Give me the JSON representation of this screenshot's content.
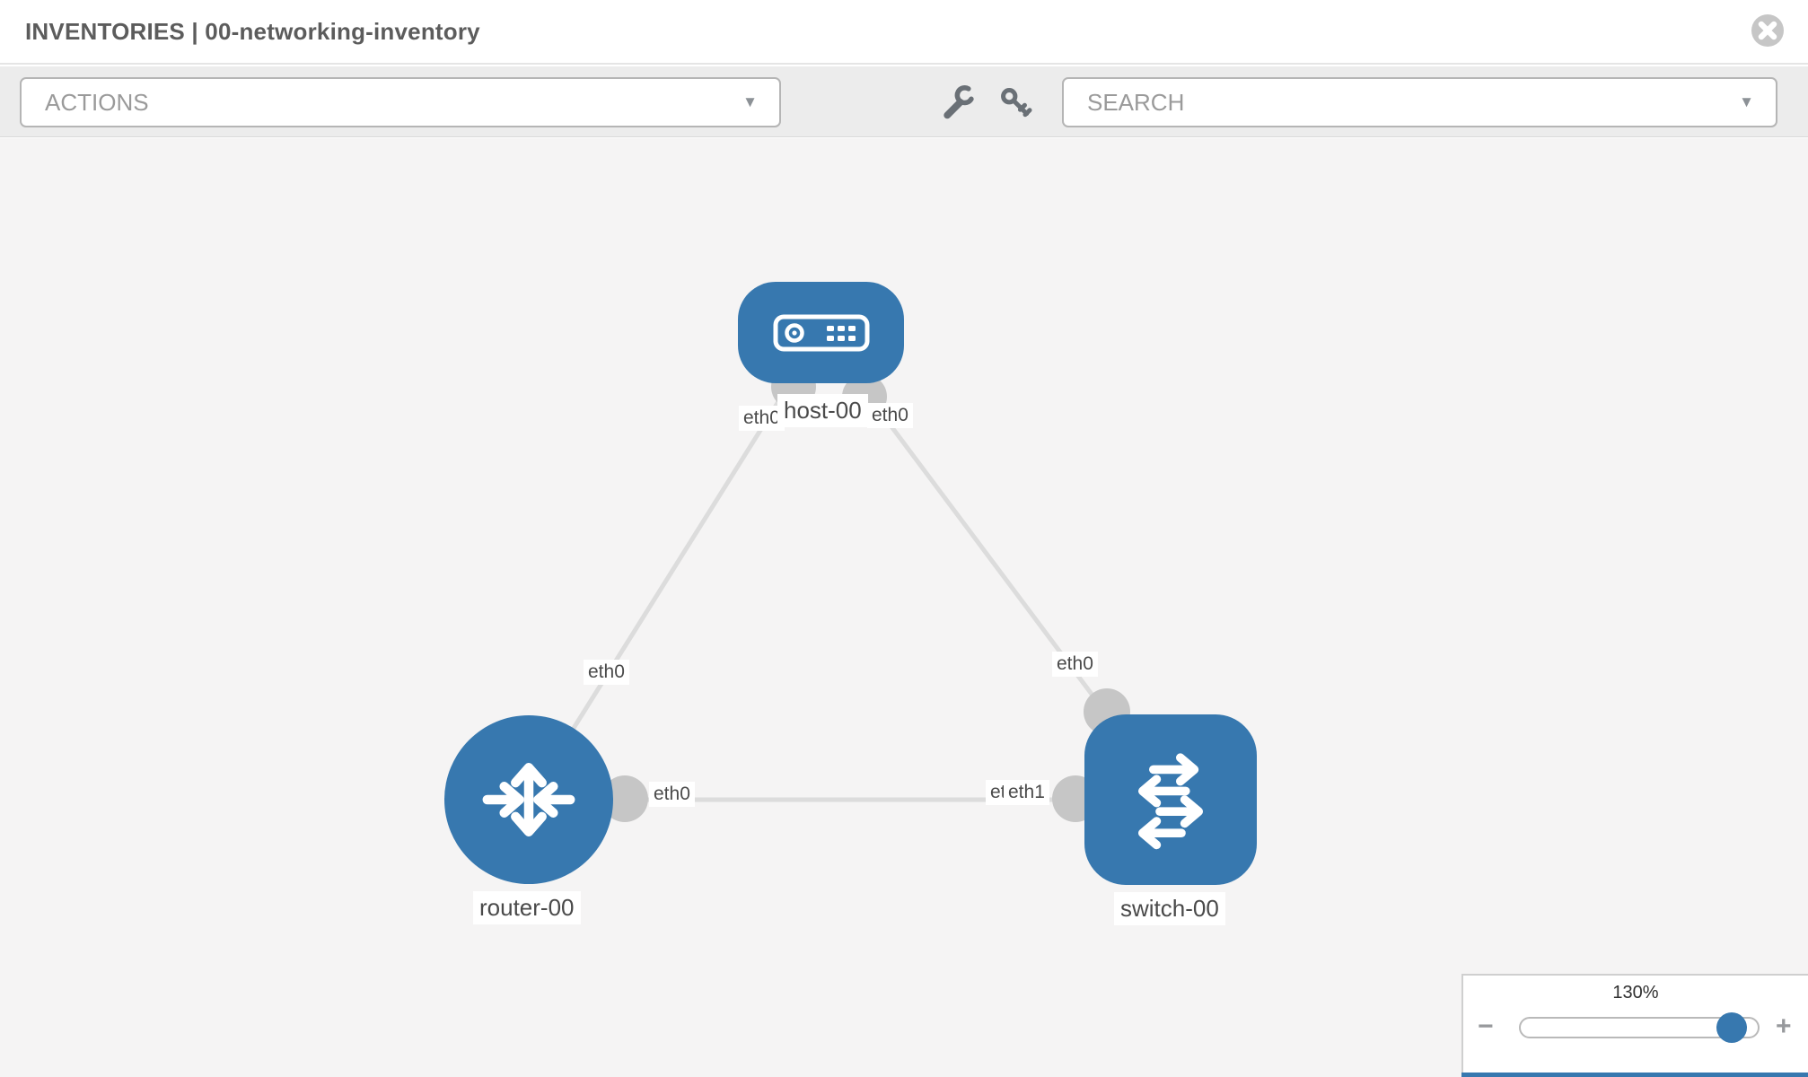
{
  "header": {
    "title": "INVENTORIES | 00-networking-inventory"
  },
  "toolbar": {
    "actions_label": "ACTIONS",
    "search_label": "SEARCH",
    "caret": "▼"
  },
  "topology": {
    "nodes": [
      {
        "label": "host-00",
        "type": "host"
      },
      {
        "label": "router-00",
        "type": "router"
      },
      {
        "label": "switch-00",
        "type": "switch"
      }
    ],
    "links": [
      {
        "from": "host-00",
        "from_iface": "eth0",
        "to": "router-00",
        "to_iface": "eth0"
      },
      {
        "from": "host-00",
        "from_iface": "eth0",
        "to": "switch-00",
        "to_iface": "eth0"
      },
      {
        "from": "router-00",
        "from_iface": "eth0",
        "to": "switch-00",
        "to_iface": "eth1"
      }
    ],
    "iface_labels": [
      "eth0",
      "eth0",
      "eth0",
      "eth0",
      "eth0",
      "eth0",
      "eth1"
    ]
  },
  "zoom_control": {
    "value": "130%",
    "minus_label": "−",
    "plus_label": "+"
  },
  "colors": {
    "node_blue": "#3778af",
    "link_gray": "#dcdcdc",
    "dot_gray": "#c6c6c6",
    "canvas_bg": "#f5f4f4"
  }
}
